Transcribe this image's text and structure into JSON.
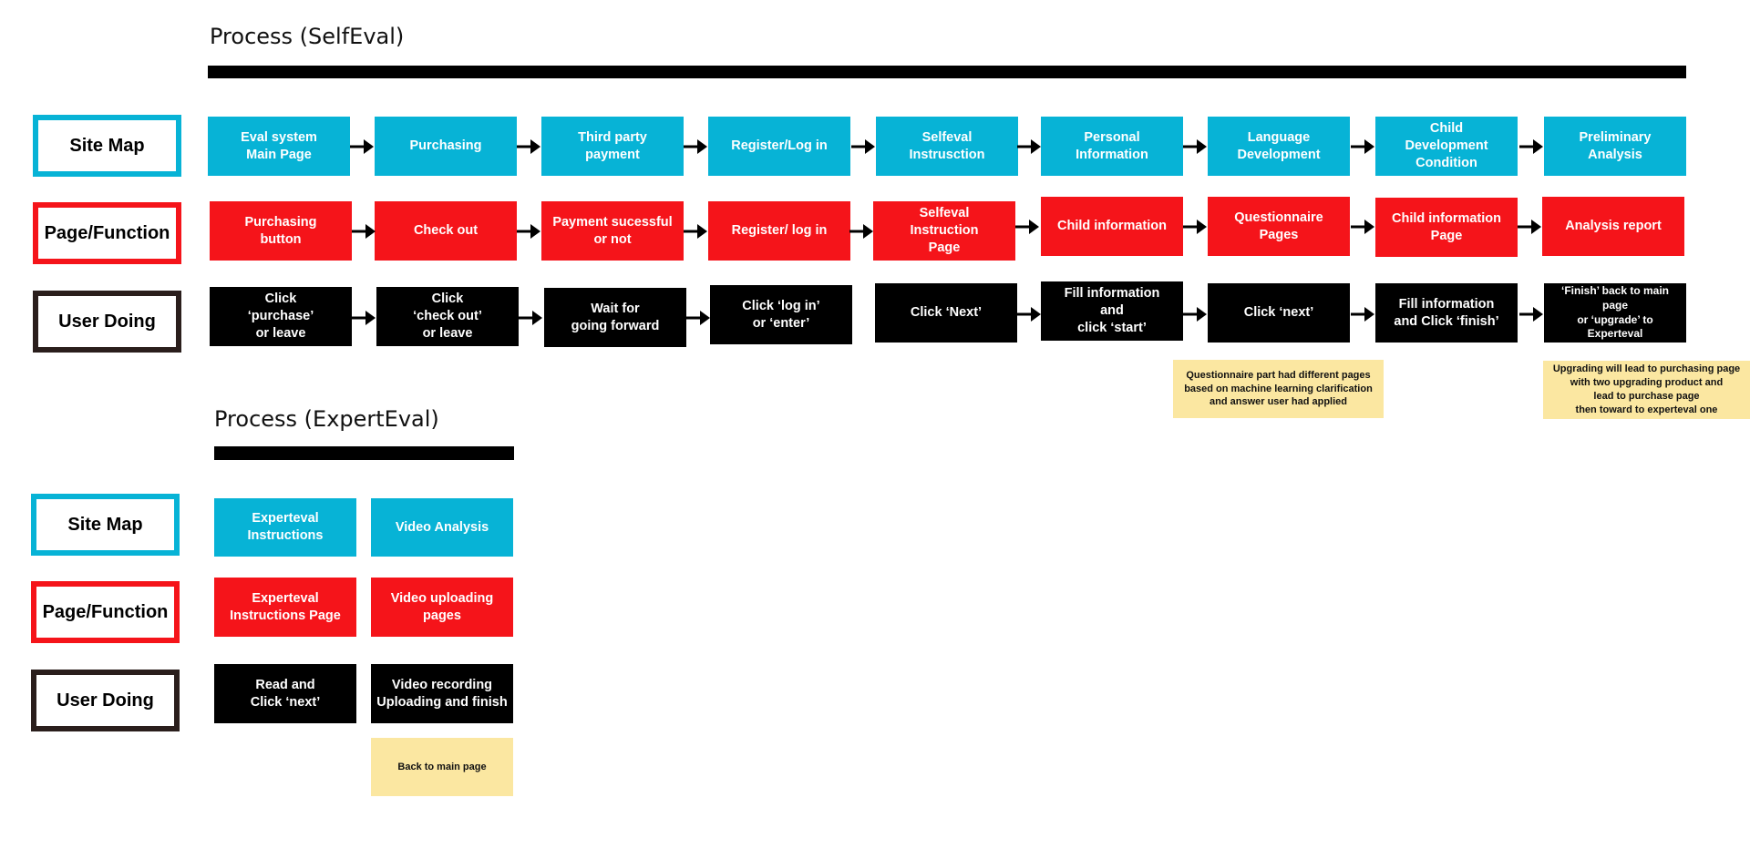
{
  "colors": {
    "site_map": "#07b3d6",
    "page_function": "#f5141a",
    "user_doing": "#000000",
    "note": "#fbe7a1",
    "user_legend_border": "#2a1e1c"
  },
  "selfeval": {
    "title": "Process (SelfEval)",
    "legend": {
      "site_map": "Site Map",
      "page_function": "Page/Function",
      "user_doing": "User Doing"
    },
    "site_map": [
      "Eval system\nMain Page",
      "Purchasing",
      "Third party\npayment",
      "Register/Log in",
      "Selfeval\nInstrusction",
      "Personal\nInformation",
      "Language\nDevelopment",
      "Child\nDevelopment\nCondition",
      "Preliminary\nAnalysis"
    ],
    "page_function": [
      "Purchasing\nbutton",
      "Check out",
      "Payment sucessful\nor not",
      "Register/ log in",
      "Selfeval\nInstruction\nPage",
      "Child information",
      "Questionnaire\nPages",
      "Child information\nPage",
      "Analysis report"
    ],
    "user_doing": [
      "Click\n‘purchase’\nor leave",
      "Click\n‘check out’\nor leave",
      "Wait for\ngoing forward",
      "Click ‘log in’\nor ‘enter’",
      "Click ‘Next’",
      "Fill information\nand\nclick ‘start’",
      "Click ‘next’",
      "Fill information\nand Click ‘finish’",
      "‘Finish’ back to main page\nor ‘upgrade’ to\nExperteval"
    ],
    "notes": [
      "Questionnaire part had different pages\nbased on machine learning clarification\nand answer user had applied",
      "Upgrading will lead to purchasing page\nwith two upgrading product and\nlead to purchase page\nthen toward to experteval one"
    ]
  },
  "experteval": {
    "title": "Process (ExpertEval)",
    "legend": {
      "site_map": "Site Map",
      "page_function": "Page/Function",
      "user_doing": "User Doing"
    },
    "site_map": [
      "Experteval\nInstructions",
      "Video Analysis"
    ],
    "page_function": [
      "Experteval\nInstructions Page",
      "Video uploading\npages"
    ],
    "user_doing": [
      "Read and\nClick ‘next’",
      "Video recording\nUploading and finish"
    ],
    "note": "Back to main page"
  }
}
